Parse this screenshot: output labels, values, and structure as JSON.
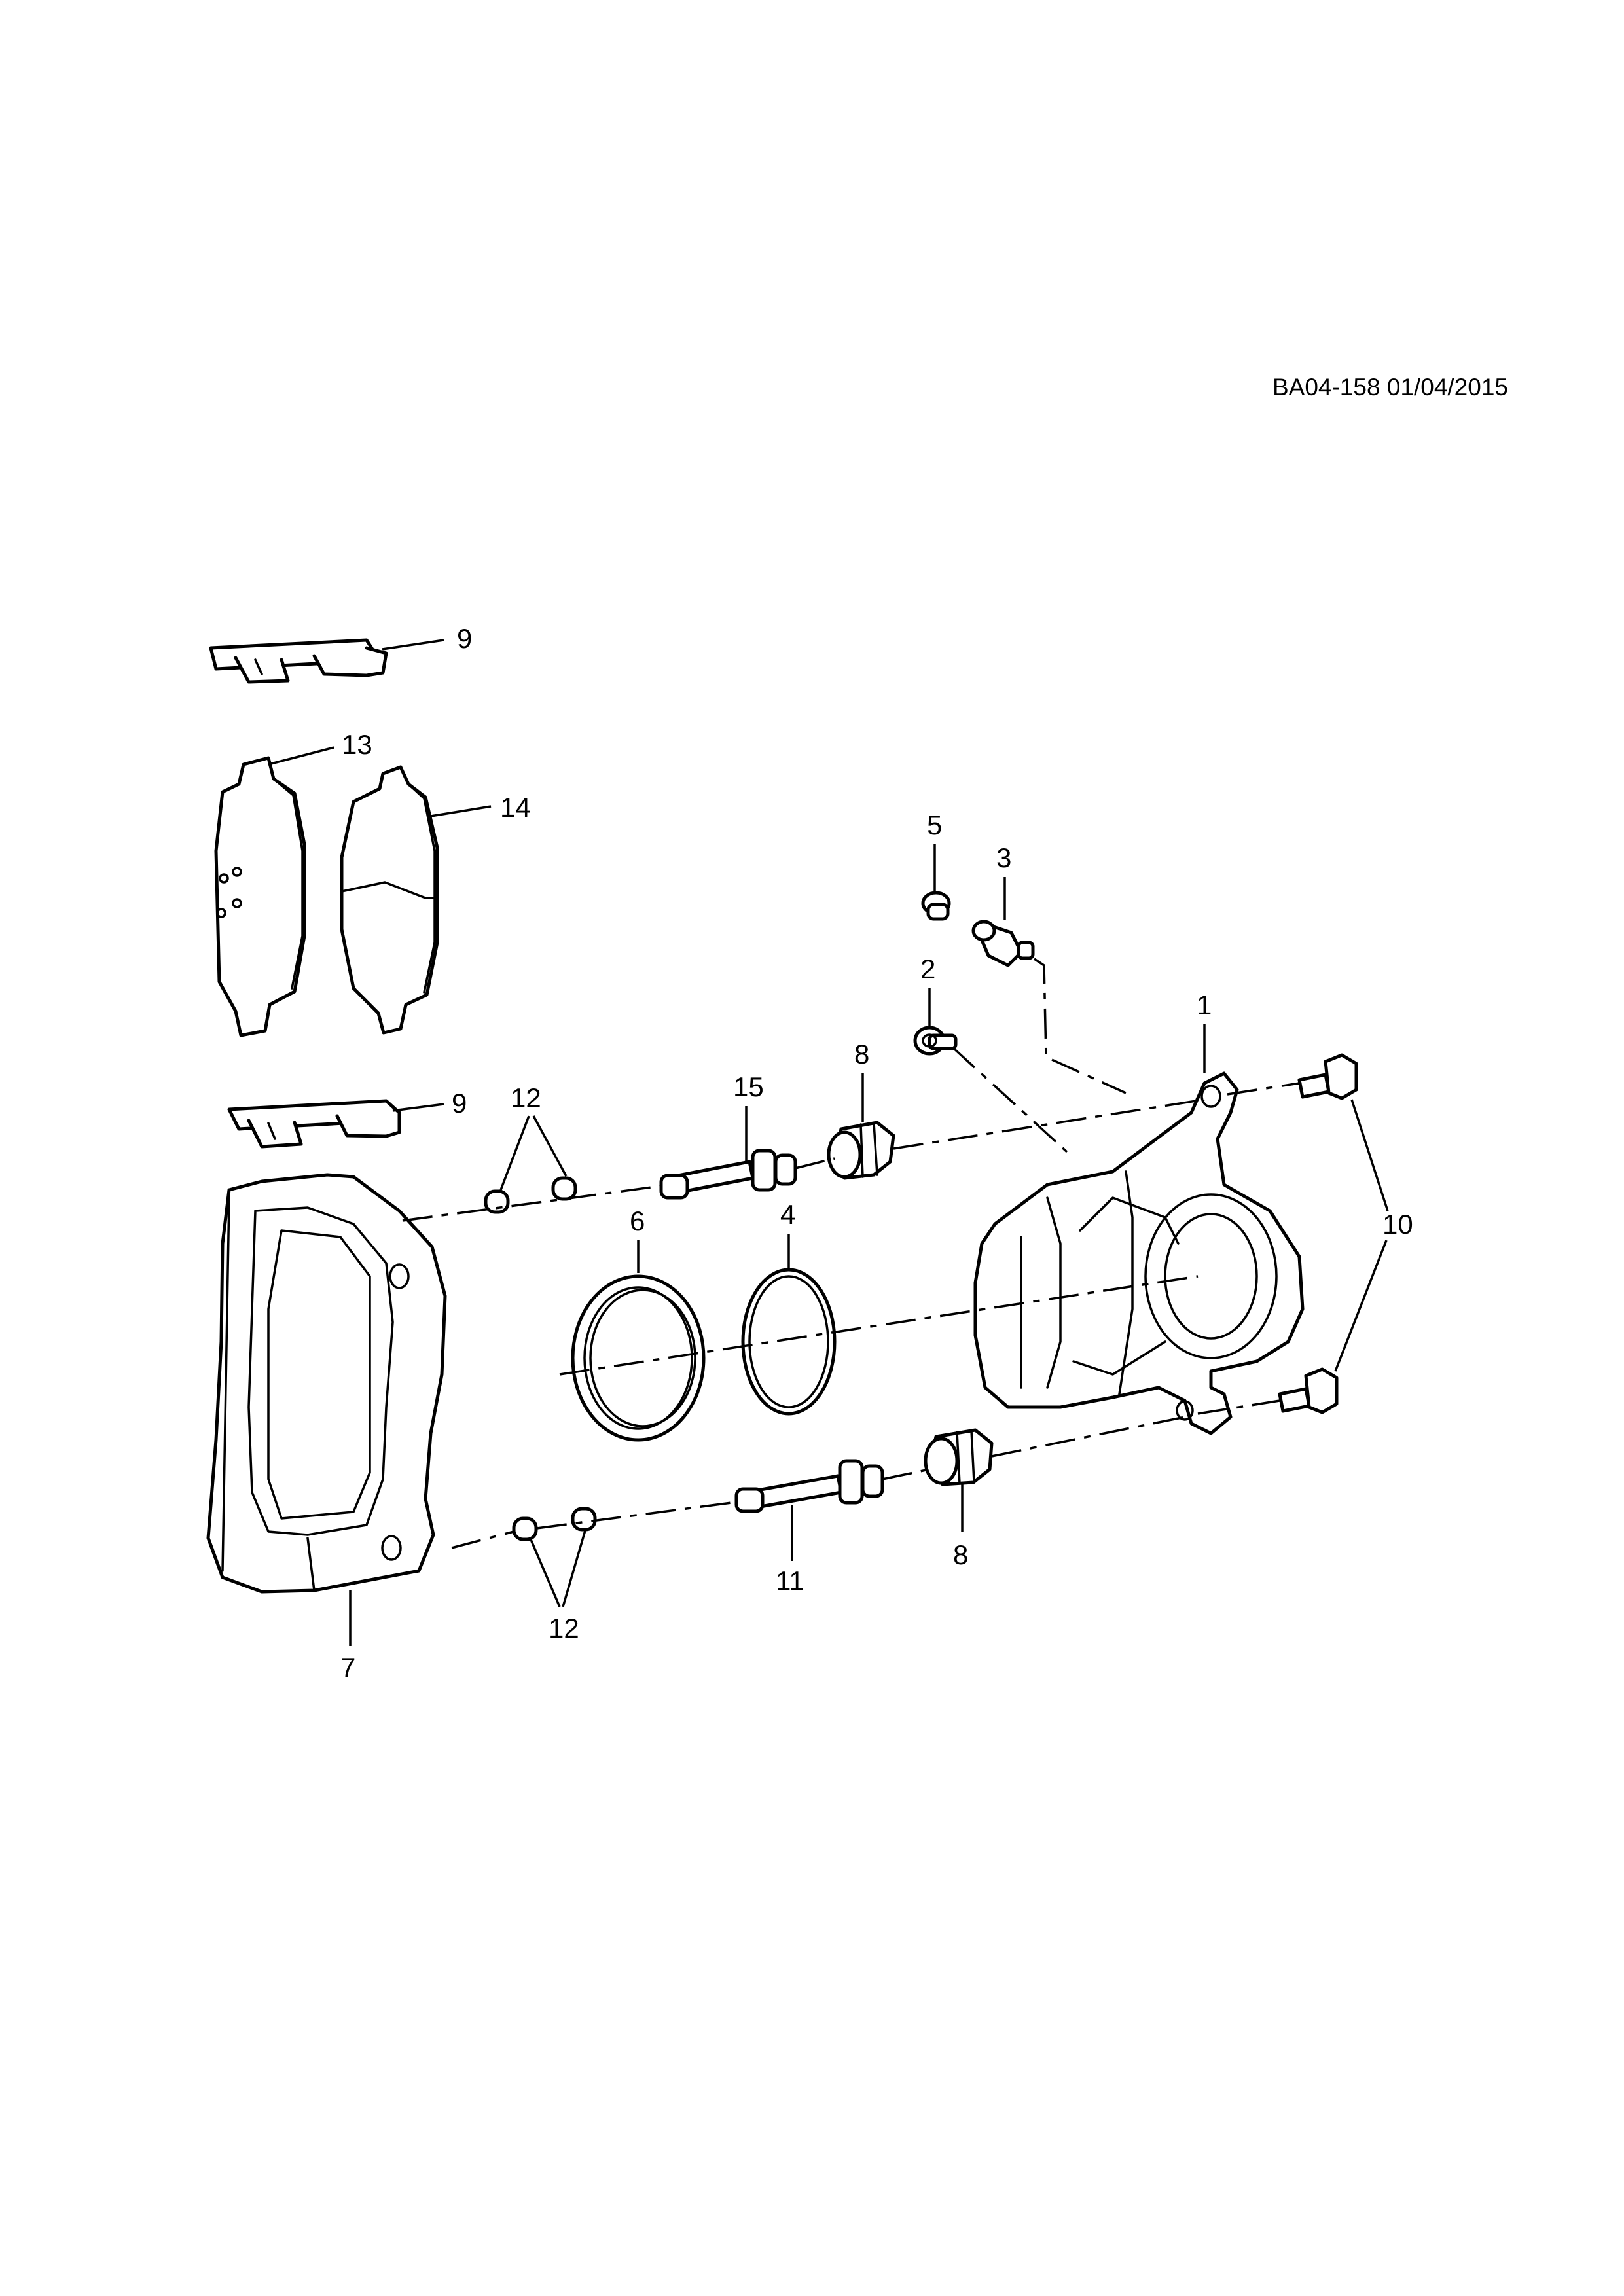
{
  "drawing_reference": "BA04-158 01/04/2015",
  "callouts": {
    "c1": "1",
    "c2": "2",
    "c3": "3",
    "c4": "4",
    "c5": "5",
    "c6": "6",
    "c7": "7",
    "c8_top": "8",
    "c8_bottom": "8",
    "c9_top": "9",
    "c9_bottom": "9",
    "c10": "10",
    "c11": "11",
    "c12_top": "12",
    "c12_bottom": "12",
    "c13": "13",
    "c14": "14",
    "c15": "15"
  },
  "colors": {
    "line": "#000000",
    "background": "#ffffff"
  }
}
